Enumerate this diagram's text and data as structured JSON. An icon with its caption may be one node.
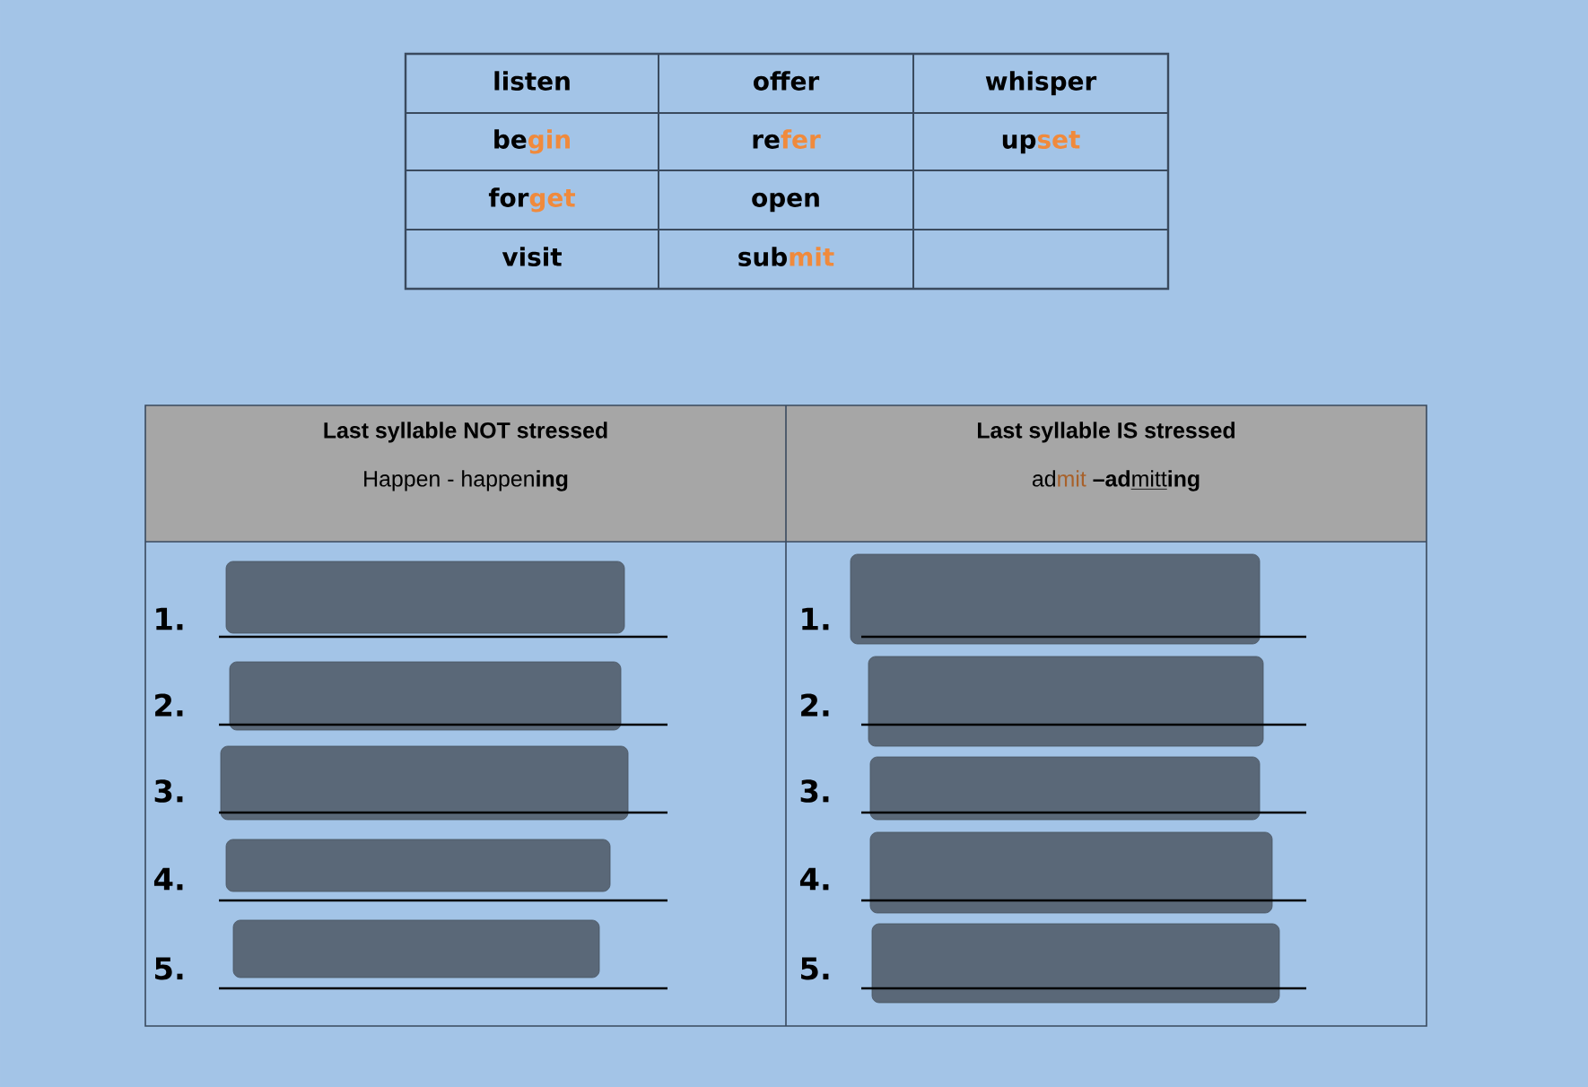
{
  "diagram": {
    "labels": [
      "listen",
      "offer",
      "whisper",
      "be",
      "gin",
      "re",
      "fer",
      "up",
      "set",
      "for",
      "get",
      "open",
      "visit",
      "sub",
      "mit",
      "Last syllable NOT stressed",
      "Last syllable IS stressed",
      "Happen - happen**ing**",
      "ad",
      "mit",
      "–ad",
      "mitt",
      "ing",
      "1.",
      "1.",
      "2.",
      "2.",
      "3.",
      "3.",
      "4.",
      "4.",
      "5.",
      "5."
    ]
  }
}
